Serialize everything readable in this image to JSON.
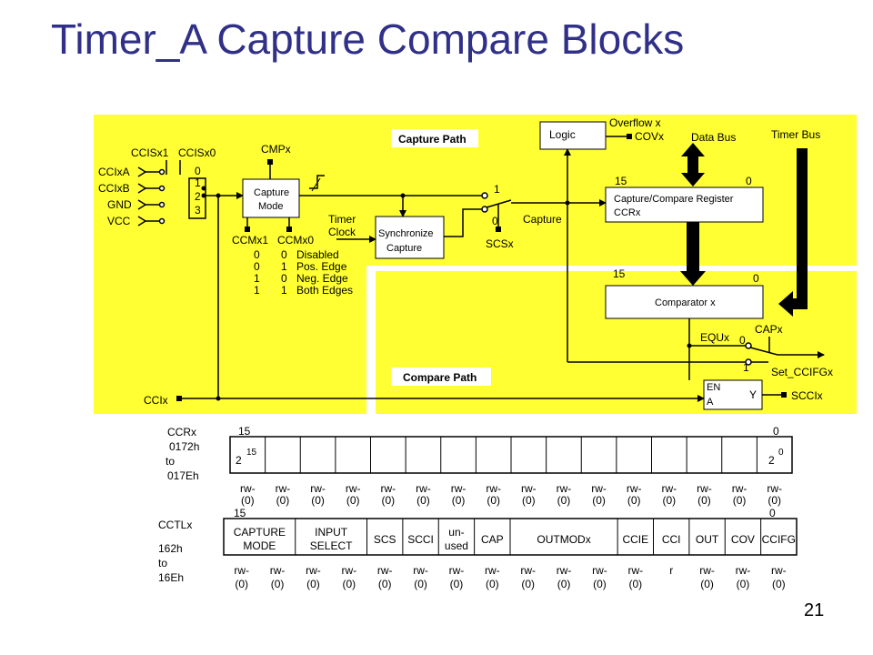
{
  "title": "Timer_A Capture Compare Blocks",
  "page_number": "21",
  "colors": {
    "title": "#303088",
    "yellow": "#ffff33",
    "black": "#000000"
  },
  "inputs": {
    "cclsx1": "CCISx1",
    "cclsx0": "CCISx0",
    "names": [
      "CCIxA",
      "CCIxB",
      "GND",
      "VCC"
    ],
    "mux_numbers": [
      "0",
      "1",
      "2",
      "3"
    ]
  },
  "cmpx": "CMPx",
  "capture_mode": {
    "line1": "Capture",
    "line2": "Mode"
  },
  "ccmx1": "CCMx1",
  "ccmx0": "CCMx0",
  "mode_table": [
    {
      "a": "0",
      "b": "0",
      "label": "Disabled"
    },
    {
      "a": "0",
      "b": "1",
      "label": "Pos. Edge"
    },
    {
      "a": "1",
      "b": "0",
      "label": "Neg. Edge"
    },
    {
      "a": "1",
      "b": "1",
      "label": "Both Edges"
    }
  ],
  "timer_clock": {
    "line1": "Timer",
    "line2": "Clock"
  },
  "synchronize": {
    "line1": "Synchronize",
    "line2": "Capture"
  },
  "capture_path_label": "Capture Path",
  "compare_path_label": "Compare Path",
  "switch": {
    "one": "1",
    "zero": "0",
    "label": "SCSx"
  },
  "capture_label": "Capture",
  "logic_label": "Logic",
  "overflow": "Overflow x",
  "covx": "COVx",
  "data_bus": "Data Bus",
  "timer_bus": "Timer Bus",
  "ccr_block": {
    "bit_hi": "15",
    "bit_lo": "0",
    "line1": "Capture/Compare Register",
    "line2": "CCRx"
  },
  "comparator": {
    "bit_hi": "15",
    "bit_lo": "0",
    "label": "Comparator x"
  },
  "capx": "CAPx",
  "equx": "EQUx",
  "cap_switch": {
    "zero": "0",
    "one": "1"
  },
  "set_ccifg": "Set_CCIFGx",
  "en_block": {
    "en": "EN",
    "a": "A",
    "y": "Y"
  },
  "scclx": "SCCIx",
  "cclx": "CCIx",
  "ccrx_register": {
    "name": "CCRx",
    "addr": "0172h",
    "to": "to",
    "addr_end": "017Eh",
    "bit15_top": "15",
    "bit0_top": "0",
    "inner_left_exp": "2",
    "inner_left_sup": "15",
    "inner_right_exp": "2",
    "inner_right_sup": "0",
    "access": "rw-",
    "reset": "(0)"
  },
  "cctlx_register": {
    "name": "CCTLx",
    "addr": "162h",
    "to": "to",
    "addr_end": "16Eh",
    "bit15": "15",
    "bit0": "0",
    "fields": [
      {
        "line1": "CAPTURE",
        "line2": "MODE"
      },
      {
        "line1": "INPUT",
        "line2": "SELECT"
      },
      {
        "line1": "SCS",
        "line2": ""
      },
      {
        "line1": "SCCI",
        "line2": ""
      },
      {
        "line1": "un-",
        "line2": "used"
      },
      {
        "line1": "CAP",
        "line2": ""
      },
      {
        "line1": "OUTMODx",
        "line2": ""
      },
      {
        "line1": "CCIE",
        "line2": ""
      },
      {
        "line1": "CCI",
        "line2": ""
      },
      {
        "line1": "OUT",
        "line2": ""
      },
      {
        "line1": "COV",
        "line2": ""
      },
      {
        "line1": "CCIFG",
        "line2": ""
      }
    ],
    "access": [
      {
        "a": "rw-",
        "r": "(0)"
      },
      {
        "a": "rw-",
        "r": "(0)"
      },
      {
        "a": "rw-",
        "r": "(0)"
      },
      {
        "a": "rw-",
        "r": "(0)"
      },
      {
        "a": "rw-",
        "r": "(0)"
      },
      {
        "a": "rw-",
        "r": "(0)"
      },
      {
        "a": "rw-",
        "r": "(0)"
      },
      {
        "a": "rw-",
        "r": "(0)"
      },
      {
        "a": "rw-",
        "r": "(0)"
      },
      {
        "a": "rw-",
        "r": "(0)"
      },
      {
        "a": "rw-",
        "r": "(0)"
      },
      {
        "a": "rw-",
        "r": "(0)"
      },
      {
        "a": "r",
        "r": ""
      },
      {
        "a": "rw-",
        "r": "(0)"
      },
      {
        "a": "rw-",
        "r": "(0)"
      },
      {
        "a": "rw-",
        "r": "(0)"
      }
    ]
  }
}
